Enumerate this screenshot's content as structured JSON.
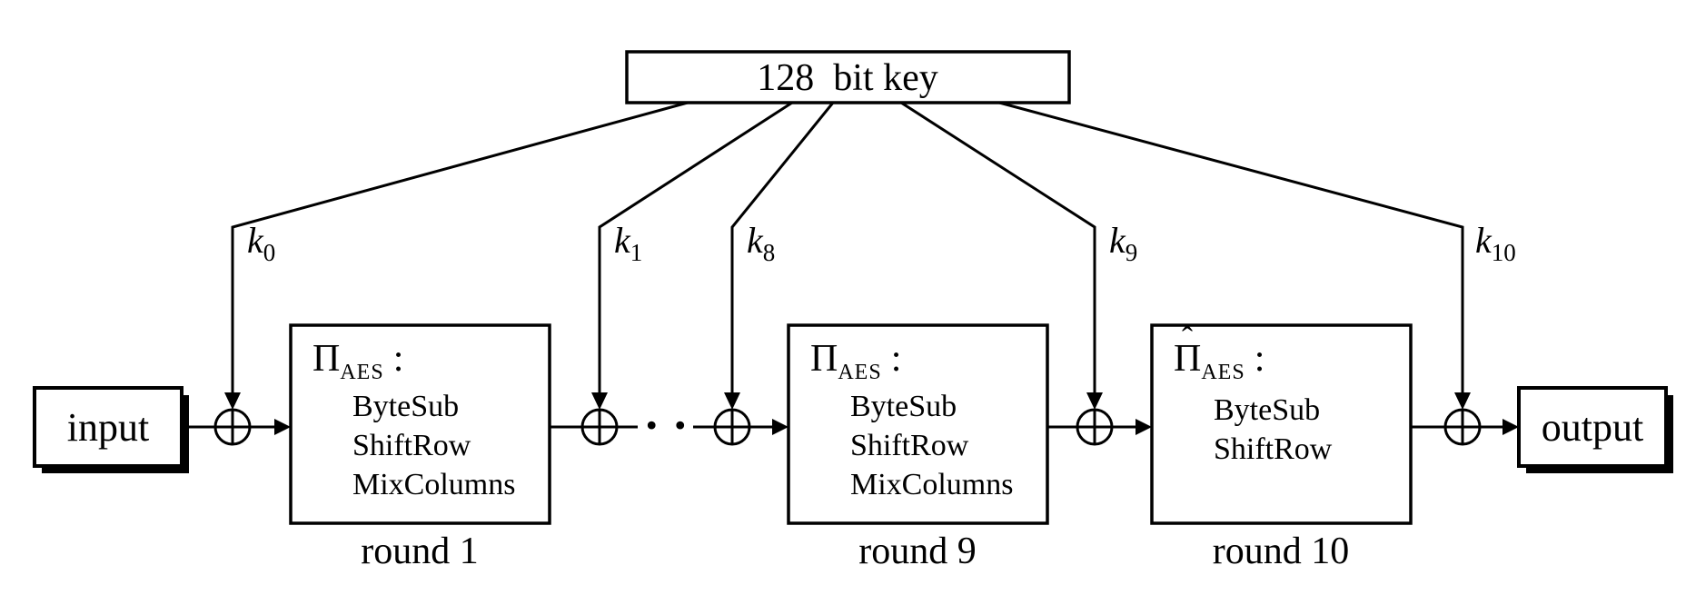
{
  "key_box": {
    "label": "128  bit key"
  },
  "keys": [
    {
      "base": "k",
      "sub": "0"
    },
    {
      "base": "k",
      "sub": "1"
    },
    {
      "base": "k",
      "sub": "8"
    },
    {
      "base": "k",
      "sub": "9"
    },
    {
      "base": "k",
      "sub": "10"
    }
  ],
  "io": {
    "input": "input",
    "output": "output"
  },
  "rounds": [
    {
      "pi": "Π",
      "sub": "AES",
      "colon": ":",
      "steps": [
        "ByteSub",
        "ShiftRow",
        "MixColumns"
      ],
      "caption": "round 1"
    },
    {
      "pi": "Π",
      "sub": "AES",
      "colon": ":",
      "steps": [
        "ByteSub",
        "ShiftRow",
        "MixColumns"
      ],
      "caption": "round 9"
    },
    {
      "pi": "Π",
      "hat": "ˆ",
      "sub": "AES",
      "colon": ":",
      "steps": [
        "ByteSub",
        "ShiftRow"
      ],
      "caption": "round 10"
    }
  ],
  "ellipsis": "· ·",
  "colors": {
    "ink": "#000000",
    "paper": "#ffffff"
  }
}
